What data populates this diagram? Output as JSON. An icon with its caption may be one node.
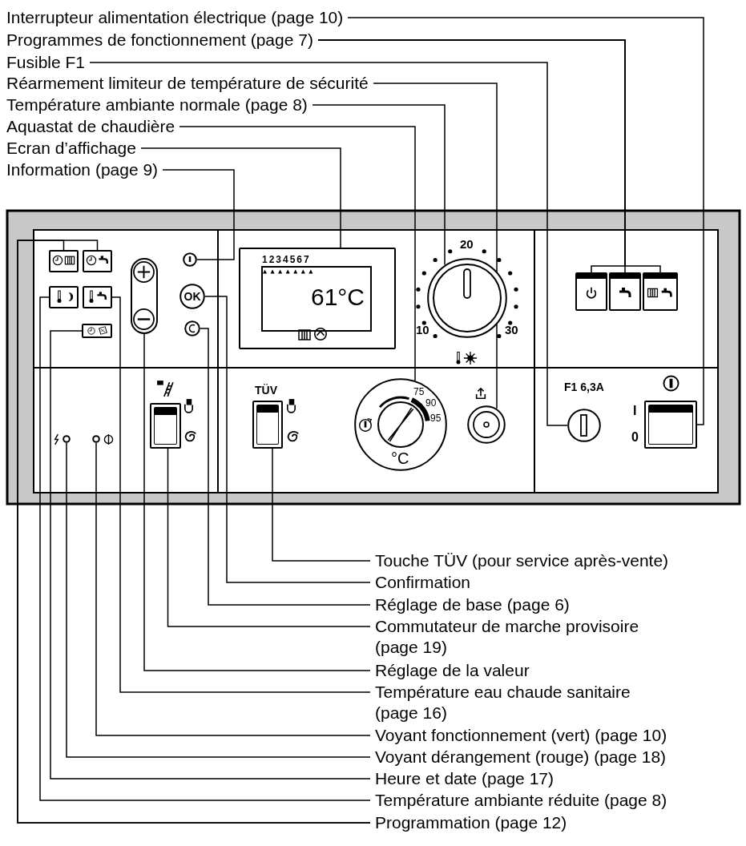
{
  "diagram": {
    "nodes": [
      {
        "text": [
          "Interrupteur alimentation électrique (page 10)"
        ]
      },
      {
        "text": [
          "Programmes de fonctionnement (page 7)"
        ]
      },
      {
        "text": [
          "Fusible F1"
        ]
      },
      {
        "text": [
          "Réarmement limiteur de température de sécurité"
        ]
      },
      {
        "text": [
          "Température ambiante normale (page 8)"
        ]
      },
      {
        "text": [
          "Aquastat de chaudière"
        ]
      },
      {
        "text": [
          "Ecran d’affichage"
        ]
      },
      {
        "text": [
          "Information (page 9)"
        ]
      },
      {
        "text": [
          "Touche TÜV (pour service après-vente)"
        ]
      },
      {
        "text": [
          "Confirmation"
        ]
      },
      {
        "text": [
          "Réglage de base (page 6)"
        ]
      },
      {
        "text": [
          "Commutateur de marche provisoire (page 19)"
        ]
      },
      {
        "text": [
          "Réglage de la valeur"
        ]
      },
      {
        "text": [
          "Température eau chaude sanitaire (page 16)"
        ]
      },
      {
        "text": [
          "Voyant fonctionnement (vert) (page 10)"
        ]
      },
      {
        "text": [
          "Voyant dérangement (rouge) (page 18)"
        ]
      },
      {
        "text": [
          "Heure et date (page 17)"
        ]
      },
      {
        "text": [
          "Température ambiante réduite (page 8)"
        ]
      },
      {
        "text": [
          "Programmation (page 12)"
        ]
      },
      {
        "text": [],
        "shape": "box",
        "beside": [
          "I",
          "0"
        ]
      },
      {
        "text": [],
        "shape": "box"
      },
      {
        "text": [],
        "shape": "box"
      },
      {
        "text": [],
        "shape": "box"
      },
      {
        "text": [],
        "shape": "circle",
        "beside": [
          "F1 6,3A"
        ]
      },
      {
        "text": [],
        "shape": "circle"
      },
      {
        "text": [],
        "shape": "circle",
        "beside": [
          "20",
          "10",
          "30"
        ]
      },
      {
        "text": [
          "75",
          "90",
          "95",
          "°C"
        ]
      },
      {
        "text": [],
        "shape": "box"
      },
      {
        "text": [],
        "shape": "circle"
      },
      {
        "text": [],
        "shape": "box",
        "beside": [
          "TÜV"
        ]
      },
      {
        "text": [
          "OK"
        ]
      },
      {
        "text": [],
        "shape": "circle"
      },
      {
        "text": [],
        "shape": "box"
      },
      {
        "text": [],
        "shape": "box"
      },
      {
        "text": [],
        "shape": "box"
      },
      {
        "text": [],
        "shape": "circle"
      },
      {
        "text": [],
        "shape": "circle"
      },
      {
        "text": [],
        "shape": "box"
      },
      {
        "text": [],
        "shape": "box"
      },
      {
        "text": [],
        "shape": "box"
      },
      {
        "text": [],
        "shape": "box"
      }
    ],
    "edges": [
      {
        "from": 0,
        "to": 19,
        "arrow": "none"
      },
      {
        "from": 1,
        "to": 20,
        "arrow": "none"
      },
      {
        "from": 1,
        "to": 21,
        "arrow": "none"
      },
      {
        "from": 1,
        "to": 22,
        "arrow": "none"
      },
      {
        "from": 2,
        "to": 23,
        "arrow": "none"
      },
      {
        "from": 3,
        "to": 24,
        "arrow": "none"
      },
      {
        "from": 4,
        "to": 25,
        "arrow": "none"
      },
      {
        "from": 5,
        "to": 26,
        "arrow": "none"
      },
      {
        "from": 6,
        "to": 27,
        "arrow": "none"
      },
      {
        "from": 7,
        "to": 28,
        "arrow": "none"
      },
      {
        "from": 8,
        "to": 29,
        "arrow": "none"
      },
      {
        "from": 9,
        "to": 30,
        "arrow": "none"
      },
      {
        "from": 10,
        "to": 31,
        "arrow": "none"
      },
      {
        "from": 11,
        "to": 32,
        "arrow": "none"
      },
      {
        "from": 12,
        "to": 33,
        "arrow": "none"
      },
      {
        "from": 13,
        "to": 34,
        "arrow": "none"
      },
      {
        "from": 14,
        "to": 35,
        "arrow": "none"
      },
      {
        "from": 15,
        "to": 36,
        "arrow": "none"
      },
      {
        "from": 16,
        "to": 37,
        "arrow": "none"
      },
      {
        "from": 17,
        "to": 38,
        "arrow": "none"
      },
      {
        "from": 18,
        "to": 39,
        "arrow": "none"
      },
      {
        "from": 18,
        "to": 40,
        "arrow": "none"
      }
    ],
    "labels": [
      "1234567",
      "61°C"
    ]
  }
}
